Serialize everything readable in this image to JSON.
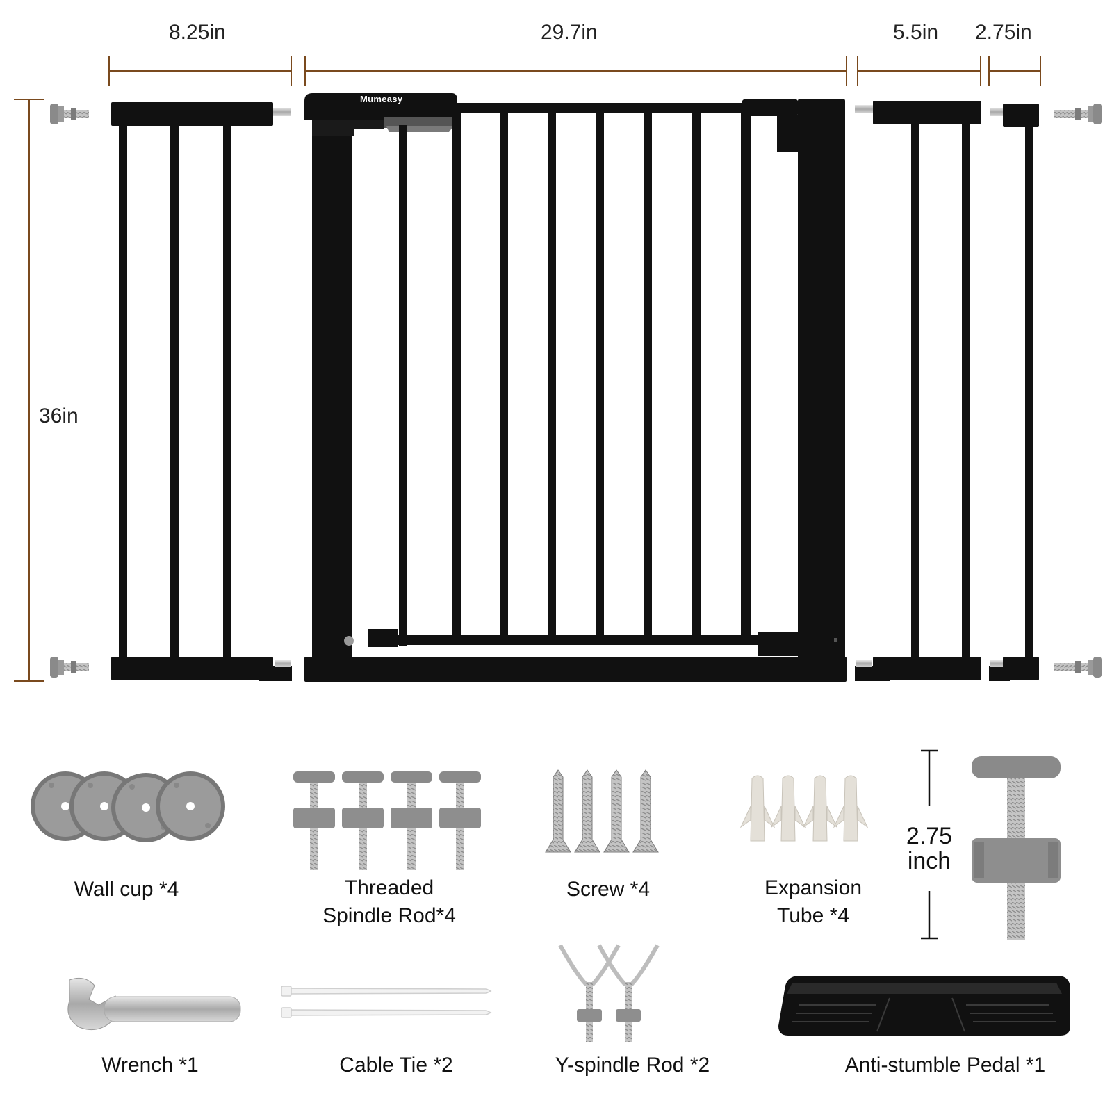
{
  "dimensions": {
    "panel_left": "8.25in",
    "gate": "29.7in",
    "panel_right_mid": "5.5in",
    "panel_right_small": "2.75in",
    "height": "36in"
  },
  "brand": "Mumeasy",
  "colors": {
    "dimension_line": "#7a4a1e",
    "gate": "#111111",
    "gray_part": "#8a8a8a",
    "metal": "#c8c8c8"
  },
  "accessories": {
    "wall_cup": "Wall cup *4",
    "threaded_rod_line1": "Threaded",
    "threaded_rod_line2": "Spindle Rod*4",
    "screw": "Screw *4",
    "expansion_line1": "Expansion",
    "expansion_line2": "Tube *4",
    "spindle_length_value": "2.75",
    "spindle_length_unit": "inch",
    "wrench": "Wrench *1",
    "cable_tie": "Cable Tie *2",
    "y_spindle": "Y-spindle Rod *2",
    "pedal": "Anti-stumble Pedal *1"
  }
}
